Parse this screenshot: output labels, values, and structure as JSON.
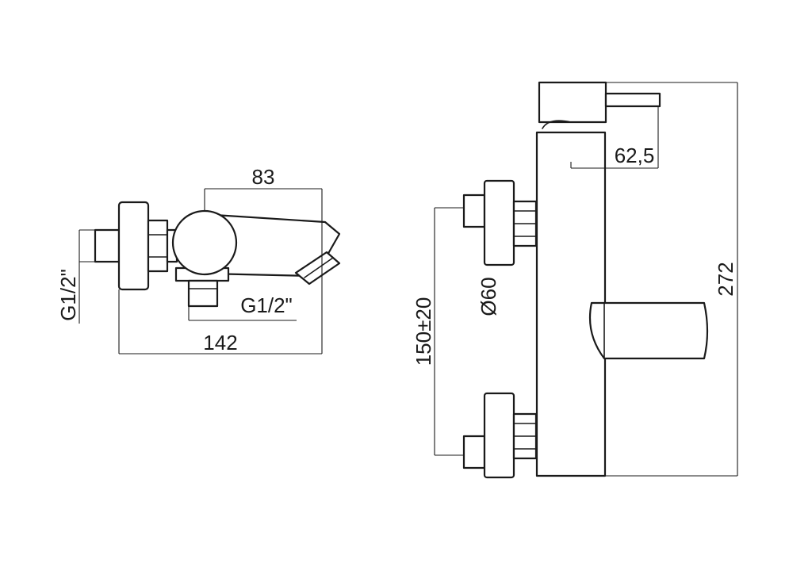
{
  "dimensions": {
    "inlet_thread_side": "G1/2\"",
    "outlet_thread": "G1/2\"",
    "spout_reach": "83",
    "depth_total": "142",
    "handle_offset": "62,5",
    "overall_height": "272",
    "inlet_spacing": "150±20",
    "flange_diameter": "Ø60"
  }
}
